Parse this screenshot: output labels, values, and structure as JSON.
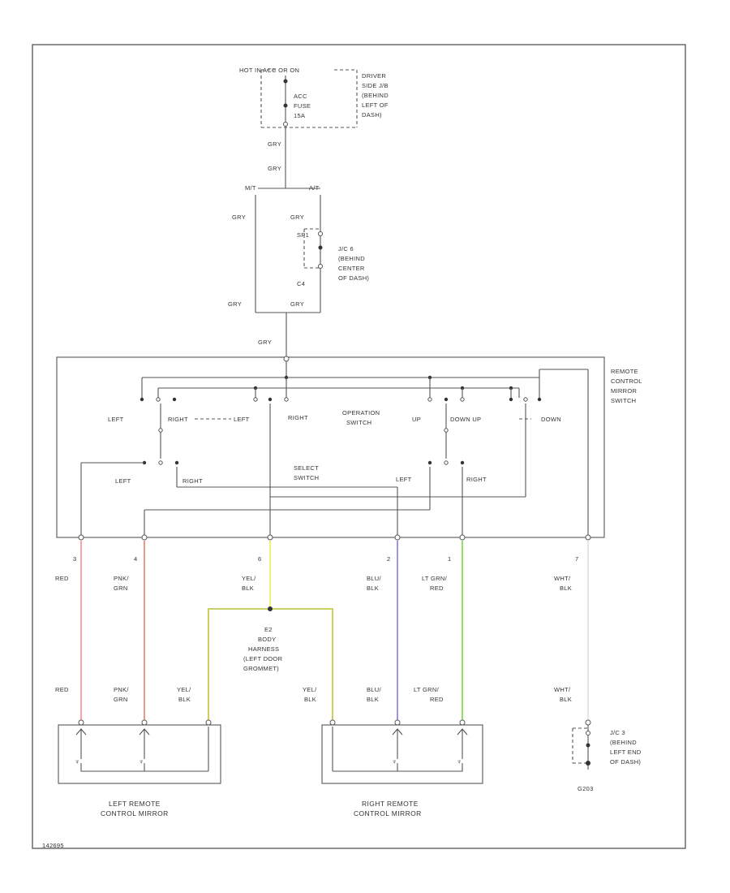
{
  "colors": {
    "red_wire": "#ff9a9a",
    "pnk_grn_wire": "#e8907a",
    "yel_blk_wire": "#eeee66",
    "yel_blk_branch": "#c8c850",
    "blu_blk_wire": "#8a8aee",
    "lt_grn_red_wire": "#88dd55",
    "wht_blk_wire": "#dddddd",
    "line": "#555555"
  },
  "power": {
    "source": "HOT IN ACC OR ON",
    "fuse": [
      "ACC",
      "FUSE",
      "15A"
    ],
    "fuse_block": [
      "DRIVER",
      "SIDE J/B",
      "(BEHIND",
      "LEFT OF",
      "DASH)"
    ],
    "wire_top": "GRY",
    "wire_mid": "GRY",
    "mt_label": "M/T",
    "at_label": "A/T",
    "left_branch_top": "GRY",
    "right_branch_top": "GRY",
    "jc_block": [
      "J/C 6",
      "(BEHIND",
      "CENTER",
      "OF DASH)"
    ],
    "jc_pins": [
      "SP1",
      "C4"
    ],
    "left_branch_bot": "GRY",
    "right_branch_bot": "GRY",
    "wire_switch": "GRY"
  },
  "switch": {
    "name": [
      "REMOTE",
      "CONTROL",
      "MIRROR",
      "SWITCH"
    ],
    "op_left": "LEFT",
    "op_right": "RIGHT",
    "operation": [
      "OPERATION",
      "SWITCH"
    ],
    "op_up": "UP",
    "op_down": "DOWN",
    "inner_right": "RIGHT",
    "inner_left": "LEFT",
    "inner_down_up": "DOWN  UP",
    "select": [
      "SELECT",
      "SWITCH"
    ],
    "sel_left": "LEFT",
    "sel_right": "RIGHT",
    "sel_left2": "LEFT",
    "sel_right2": "RIGHT"
  },
  "pins": [
    {
      "num": "3",
      "wire": [
        "RED"
      ],
      "bottom": [
        "RED"
      ]
    },
    {
      "num": "4",
      "wire": [
        "PNK/",
        "GRN"
      ],
      "bottom": [
        "PNK/",
        "GRN"
      ]
    },
    {
      "num": "6",
      "wire": [
        "YEL/",
        "BLK"
      ],
      "bottom": [
        "YEL/",
        "BLK"
      ]
    },
    {
      "num": "2",
      "wire": [
        "BLU/",
        "BLK"
      ],
      "bottom": [
        "BLU/",
        "BLK"
      ]
    },
    {
      "num": "1",
      "wire": [
        "LT GRN/",
        "RED"
      ],
      "bottom": [
        "LT GRN/",
        "RED"
      ]
    },
    {
      "num": "7",
      "wire": [
        "WHT/",
        "BLK"
      ],
      "bottom": [
        "WHT/",
        "BLK"
      ]
    }
  ],
  "splice": {
    "id": "E2",
    "desc": [
      "BODY",
      "HARNESS",
      "(LEFT DOOR",
      "GROMMET)"
    ],
    "yel_right": [
      "YEL/",
      "BLK"
    ]
  },
  "mirrors": {
    "left": [
      "LEFT REMOTE",
      "CONTROL MIRROR"
    ],
    "right": [
      "RIGHT REMOTE",
      "CONTROL MIRROR"
    ]
  },
  "ground": {
    "block": [
      "J/C 3",
      "(BEHIND",
      "LEFT END",
      "OF DASH)"
    ],
    "id": "G203"
  },
  "figure_id": "142695"
}
